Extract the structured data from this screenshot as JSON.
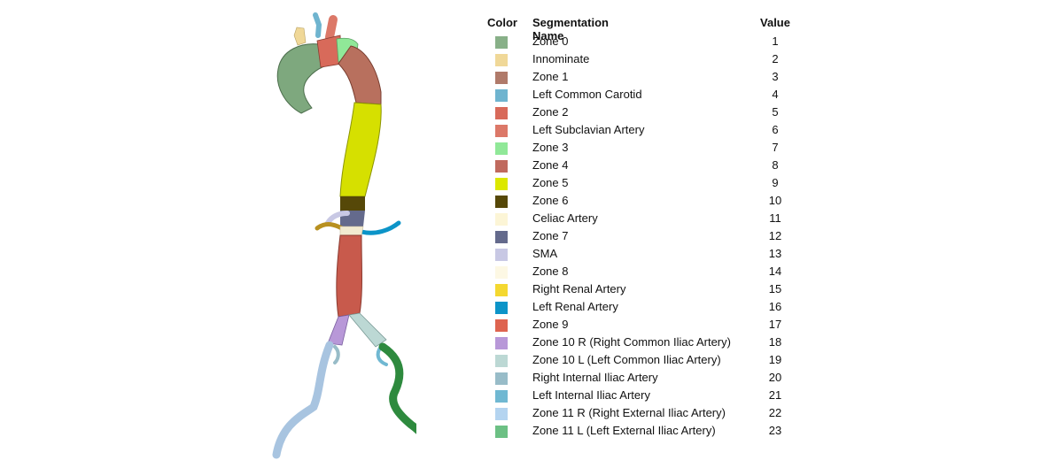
{
  "legend": {
    "headers": {
      "color": "Color",
      "name": "Segmentation Name",
      "value": "Value"
    },
    "rows": [
      {
        "name": "Zone 0",
        "value": "1",
        "color": "#88b088"
      },
      {
        "name": "Innominate",
        "value": "2",
        "color": "#f0d898"
      },
      {
        "name": "Zone 1",
        "value": "3",
        "color": "#b07a6a"
      },
      {
        "name": "Left Common Carotid",
        "value": "4",
        "color": "#6fb4cf"
      },
      {
        "name": "Zone 2",
        "value": "5",
        "color": "#d86a5a"
      },
      {
        "name": "Left Subclavian Artery",
        "value": "6",
        "color": "#dc7868"
      },
      {
        "name": "Zone 3",
        "value": "7",
        "color": "#90e898"
      },
      {
        "name": "Zone 4",
        "value": "8",
        "color": "#c06a5e"
      },
      {
        "name": "Zone 5",
        "value": "9",
        "color": "#dce800"
      },
      {
        "name": "Zone 6",
        "value": "10",
        "color": "#564808"
      },
      {
        "name": "Celiac Artery",
        "value": "11",
        "color": "#fcf5d6"
      },
      {
        "name": "Zone 7",
        "value": "12",
        "color": "#646a8c"
      },
      {
        "name": "SMA",
        "value": "13",
        "color": "#c8c8e4"
      },
      {
        "name": "Zone 8",
        "value": "14",
        "color": "#fdf8e4"
      },
      {
        "name": "Right Renal Artery",
        "value": "15",
        "color": "#f4d830"
      },
      {
        "name": "Left Renal Artery",
        "value": "16",
        "color": "#0c94c8"
      },
      {
        "name": "Zone 9",
        "value": "17",
        "color": "#de6450"
      },
      {
        "name": "Zone 10 R (Right Common Iliac Artery)",
        "value": "18",
        "color": "#b898d8"
      },
      {
        "name": "Zone 10 L (Left Common Iliac Artery)",
        "value": "19",
        "color": "#bcd8d4"
      },
      {
        "name": "Right Internal Iliac Artery",
        "value": "20",
        "color": "#98bcc8"
      },
      {
        "name": "Left Internal Iliac Artery",
        "value": "21",
        "color": "#70b8d2"
      },
      {
        "name": "Zone 11 R (Right External Iliac Artery)",
        "value": "22",
        "color": "#b4d4f0"
      },
      {
        "name": "Zone 11 L (Left External Iliac Artery)",
        "value": "23",
        "color": "#6cc084"
      }
    ]
  }
}
